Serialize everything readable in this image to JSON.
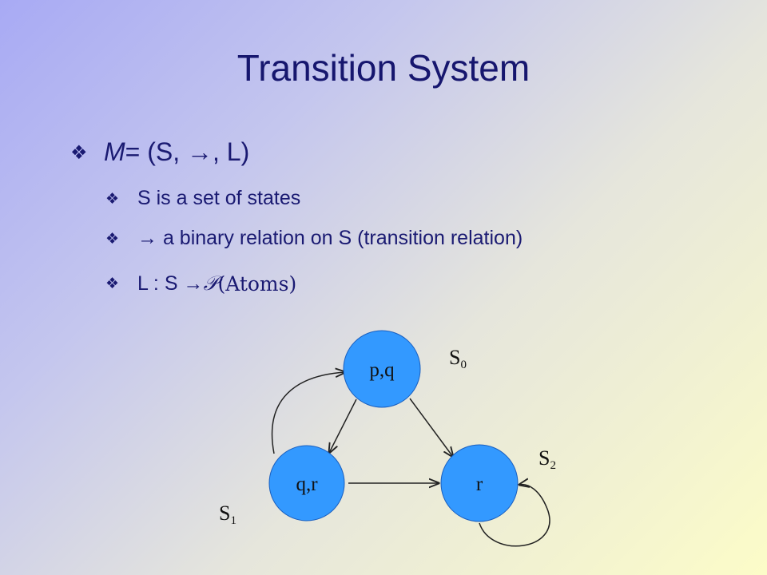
{
  "title": "Transition System",
  "bullets": {
    "definition": {
      "symbol": "M",
      "rest": " = (S, →, L)"
    },
    "states": "S is a set of states",
    "transition": "→ a binary relation on S (transition relation)",
    "labeling": {
      "prefix": "L : S → ",
      "script_p": "𝒫",
      "atoms": "(Atoms)"
    }
  },
  "diagram": {
    "nodes": [
      {
        "id": "s0",
        "label": "p,q",
        "state": "S0"
      },
      {
        "id": "s1",
        "label": "q,r",
        "state": "S1"
      },
      {
        "id": "s2",
        "label": "r",
        "state": "S2"
      }
    ],
    "state_names": [
      {
        "letter": "S",
        "sub": "0"
      },
      {
        "letter": "S",
        "sub": "1"
      },
      {
        "letter": "S",
        "sub": "2"
      }
    ],
    "edges": [
      {
        "from": "s0",
        "to": "s1"
      },
      {
        "from": "s0",
        "to": "s2"
      },
      {
        "from": "s1",
        "to": "s2"
      },
      {
        "from": "s1",
        "to": "s0"
      },
      {
        "from": "s2",
        "to": "s2"
      }
    ],
    "node_color": "#3399ff"
  }
}
